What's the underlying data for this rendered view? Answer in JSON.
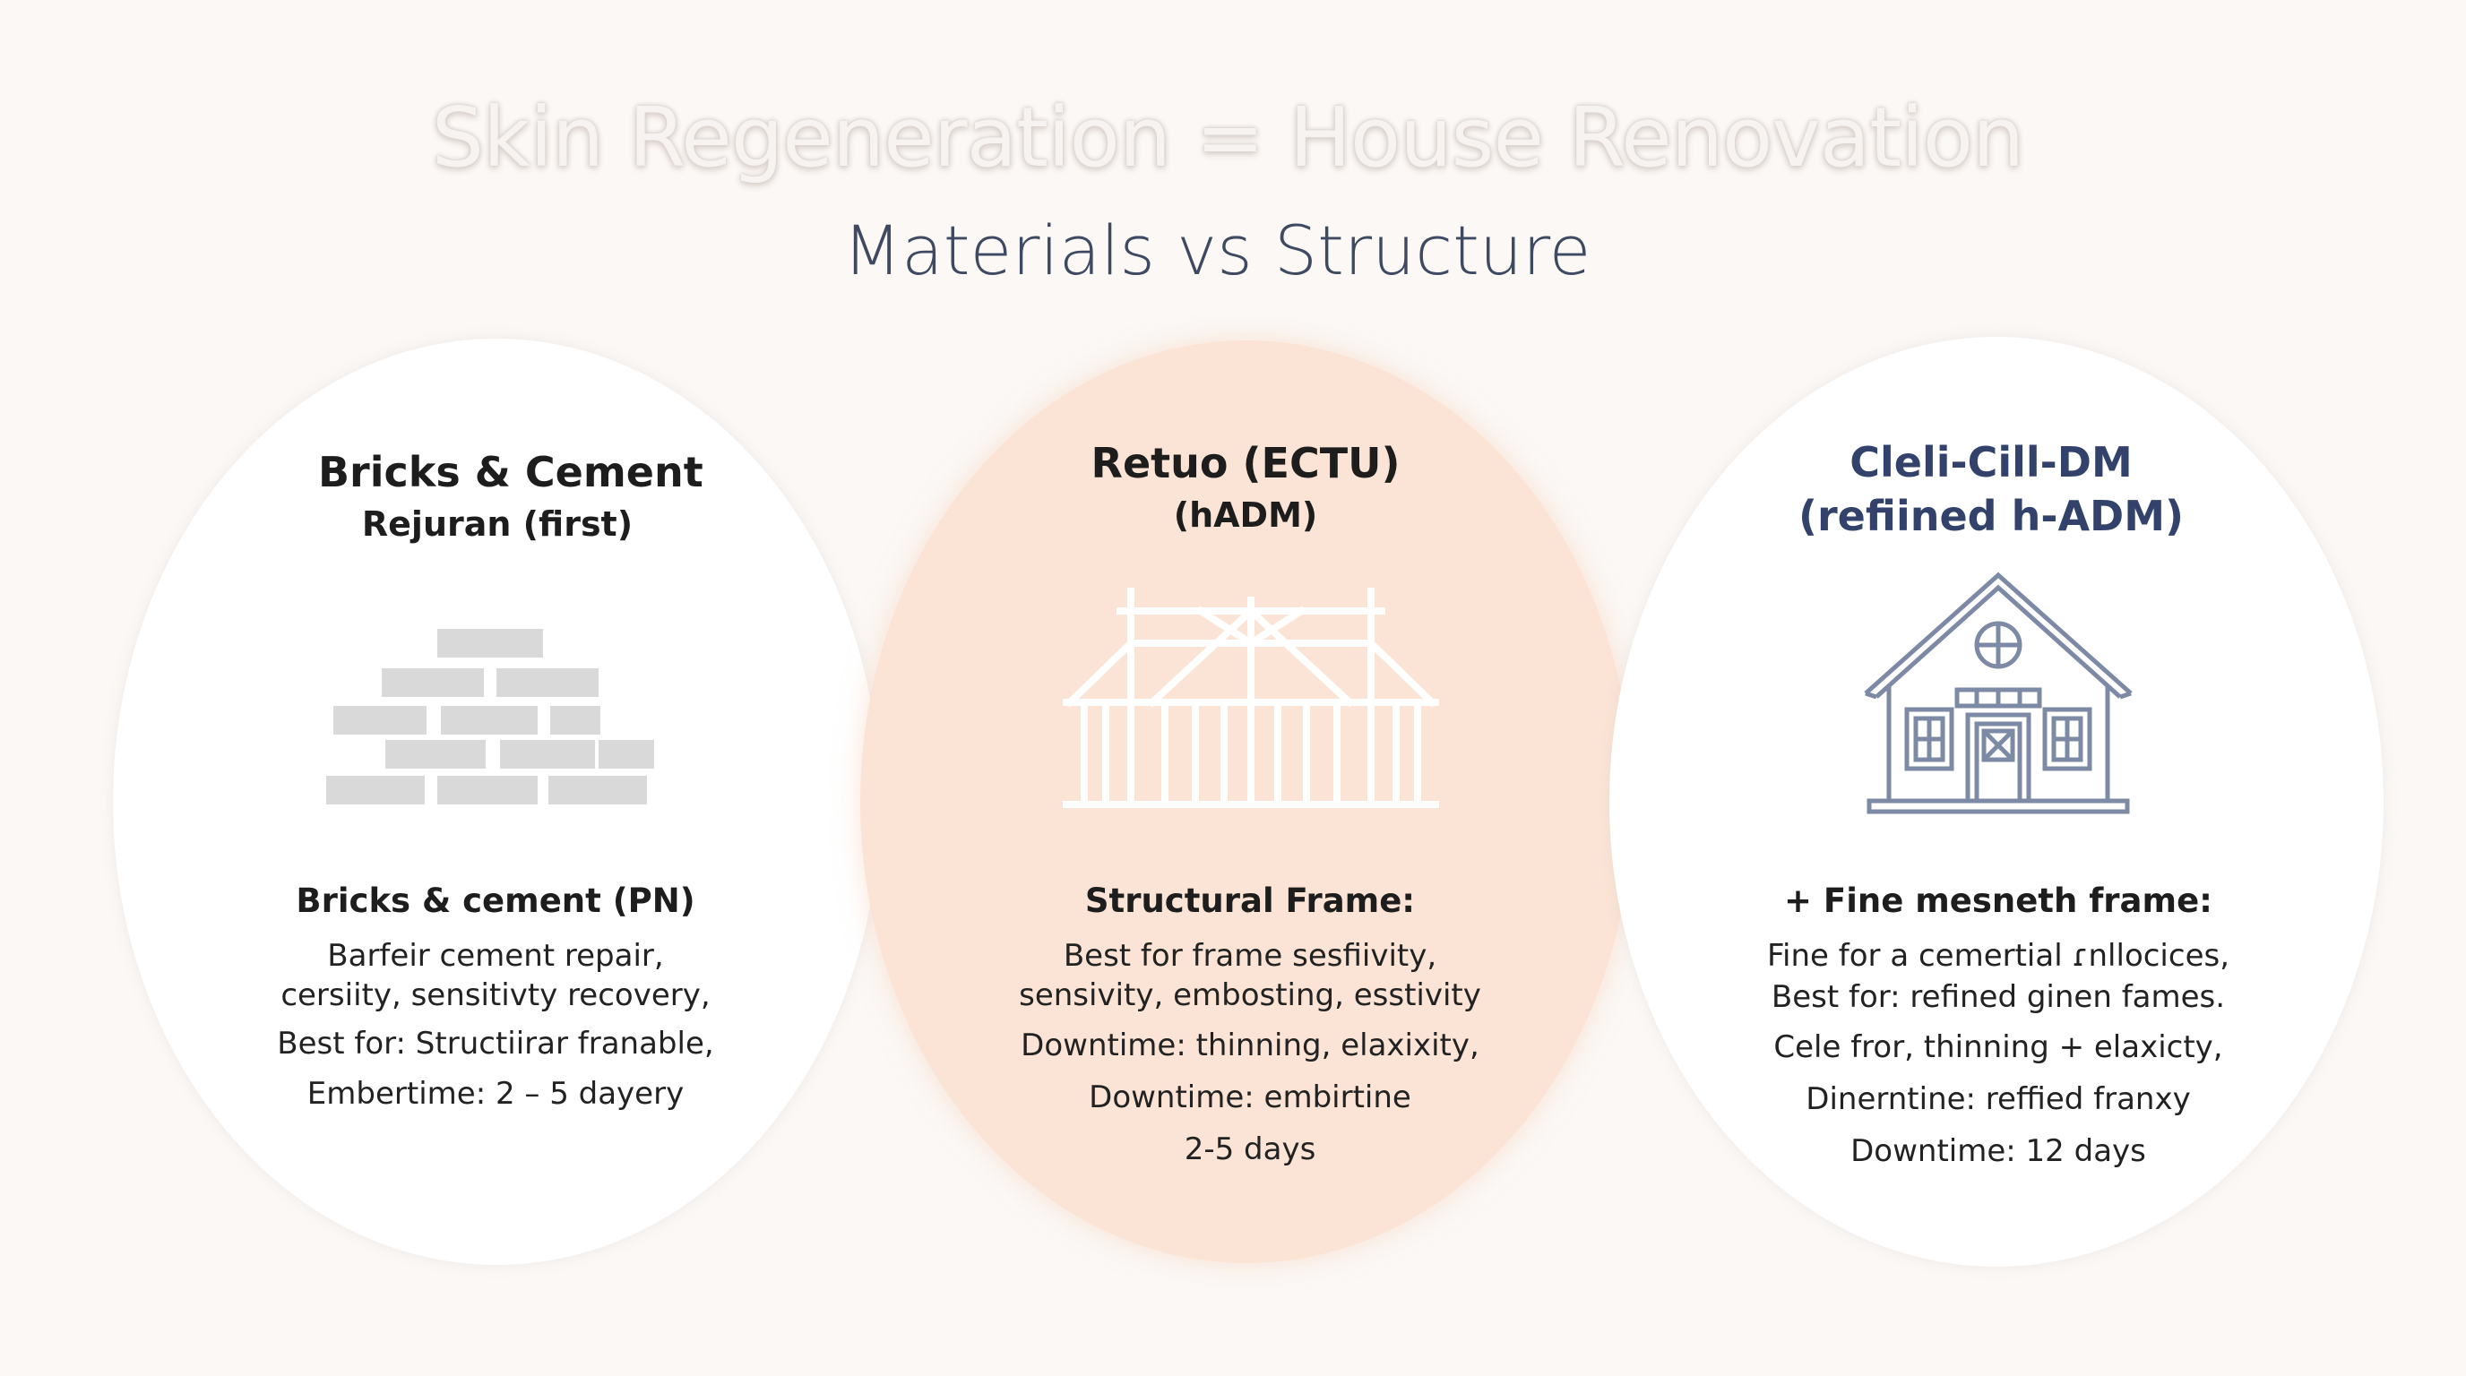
{
  "title": "Skin Regeneration = House Renovation",
  "subtitle": "Materials vs Structure",
  "colors": {
    "background": "#fbf8f6",
    "center_ellipse": "#fbe4d6",
    "heading_blue": "#33426b",
    "house_icon": "#7d8aa6",
    "bricks": "#d9d9d9"
  },
  "columns": [
    {
      "heading_line1": "Bricks & Cement",
      "heading_line2": "Rejuran (first)",
      "icon": "bricks-icon",
      "section_title": "Bricks & cement (PN)",
      "lines": [
        "Barfeir cement repair,",
        "cersiity, sensitivty recovery,",
        "Best for: Structiirar franable,",
        "Embertime: 2 – 5 dayery"
      ]
    },
    {
      "heading_line1": "Retuo (ECTU)",
      "heading_line2": "(hADM)",
      "icon": "structural-frame-icon",
      "section_title": "Structural Frame:",
      "lines": [
        "Best for frame sesfiivity,",
        "sensivity, embosting, esstivity",
        "Downtime: thinning,  elaxixity,",
        "Downtime: embirtine",
        "2-5 days"
      ]
    },
    {
      "heading_line1": "Cleli-Cill-DM",
      "heading_line2": "(refiined h-ADM)",
      "icon": "house-icon",
      "section_title": "+ Fine mesneth frame:",
      "lines": [
        "Fine for a cemertial ɾnllocices,",
        "Best for:  refined ginen fames.",
        "Cele fror, thinning + elaxicty,",
        "Dinerntine: reffied franxy",
        "Downtime: 12 days"
      ]
    }
  ]
}
